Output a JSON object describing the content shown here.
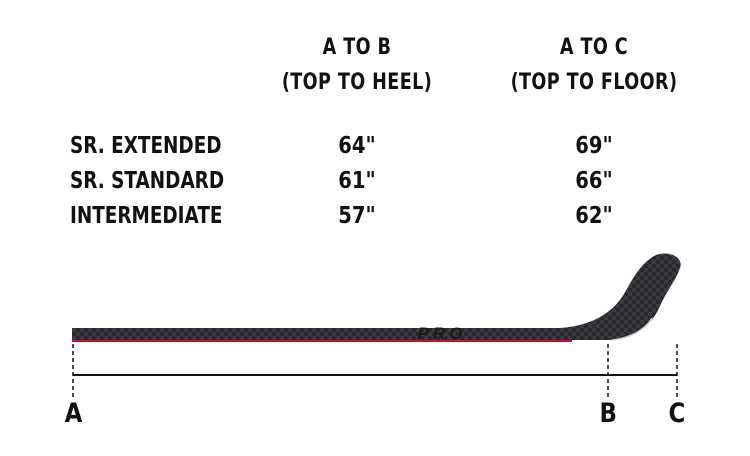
{
  "headers": {
    "ab": {
      "line1": "A TO B",
      "line2": "(TOP TO HEEL)"
    },
    "ac": {
      "line1": "A TO C",
      "line2": "(TOP TO FLOOR)"
    }
  },
  "rows": [
    {
      "label": "SR. EXTENDED",
      "ab": "64\"",
      "ac": "69\""
    },
    {
      "label": "SR. STANDARD",
      "ab": "61\"",
      "ac": "66\""
    },
    {
      "label": "INTERMEDIATE",
      "ab": "57\"",
      "ac": "62\""
    }
  ],
  "stick": {
    "brand_text": "PRO",
    "shaft_color": "#2a2a2e",
    "accent_color": "#c8102e"
  },
  "points": {
    "a": "A",
    "b": "B",
    "c": "C"
  }
}
